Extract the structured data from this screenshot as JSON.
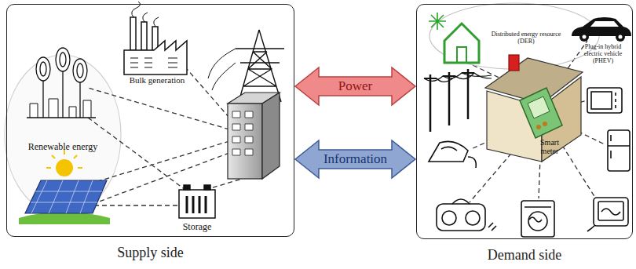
{
  "diagram": {
    "nodes": [
      {
        "text": [
          "Supply side"
        ]
      },
      {
        "text": [
          "Demand side"
        ]
      }
    ],
    "edges": [
      {
        "from": 0,
        "to": 1,
        "label": "Power",
        "arrow": "both"
      },
      {
        "from": 0,
        "to": 1,
        "label": "Information",
        "arrow": "both"
      }
    ],
    "labels": [
      "Bulk generation",
      "Renewable energy",
      "Storage",
      "Distributed energy resource (DER)",
      "Plug-in hybrid electric vehicle (PHEV)",
      "Smart meter"
    ]
  }
}
